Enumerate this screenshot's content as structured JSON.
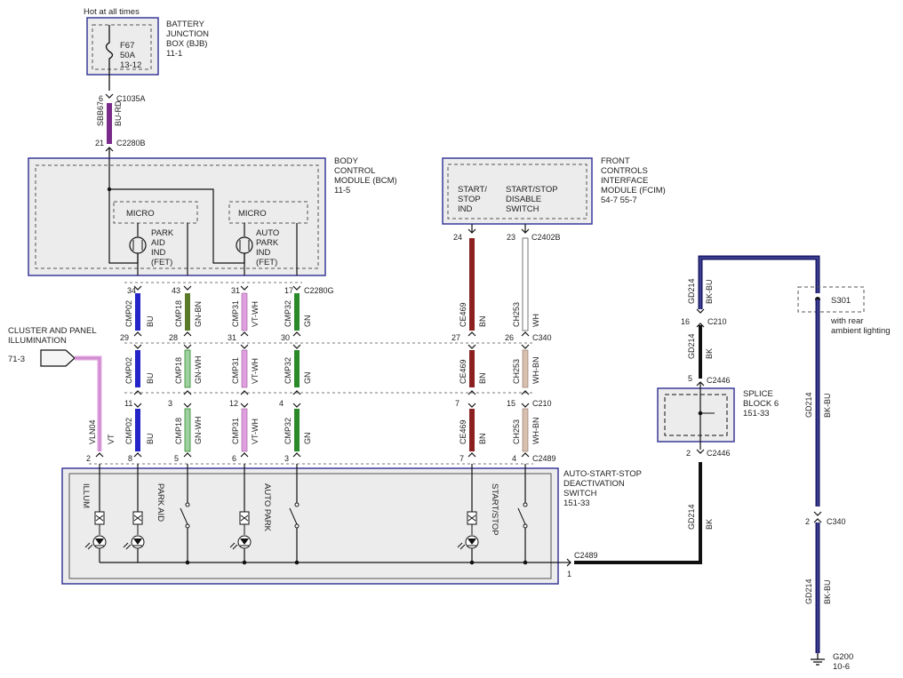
{
  "colors": {
    "box_border": "#3a3a9a",
    "box_fill": "#ececec",
    "wire_black": "#111111",
    "wire_blue": "#2424c8",
    "wire_green": "#2a8a2a",
    "wire_violet": "#d070d0",
    "wire_brown": "#8a2020",
    "wire_purple_red": "#7a2a8a"
  },
  "bjb": {
    "header": "Hot at all times",
    "name_lines": [
      "BATTERY",
      "JUNCTION",
      "BOX (BJB)"
    ],
    "ref": "11-1",
    "fuse_lines": [
      "F67",
      "50A",
      "13-12"
    ],
    "pin_top": "6",
    "conn_top": "C1035A",
    "circuit": "SBB67",
    "wire_color": "BU-RD",
    "pin_bottom": "21",
    "conn_bottom": "C2280B"
  },
  "bcm": {
    "name_lines": [
      "BODY",
      "CONTROL",
      "MODULE (BCM)"
    ],
    "ref": "11-5",
    "micro_label": "MICRO",
    "park_aid_lines": [
      "PARK",
      "AID",
      "IND",
      "(FET)"
    ],
    "auto_park_lines": [
      "AUTO",
      "PARK",
      "IND",
      "(FET)"
    ]
  },
  "fcim": {
    "name_lines": [
      "FRONT",
      "CONTROLS",
      "INTERFACE",
      "MODULE (FCIM)"
    ],
    "refs": "54-7   55-7",
    "left_lines": [
      "START/",
      "STOP",
      "IND"
    ],
    "right_lines": [
      "START/STOP",
      "DISABLE",
      "SWITCH"
    ],
    "pin_left": "24",
    "pin_right": "23",
    "connector": "C2402B"
  },
  "wires": {
    "row1": {
      "connector": "C2280G",
      "pins": [
        "34",
        "43",
        "31",
        "17"
      ],
      "circuits": [
        "CMP02",
        "CMP18",
        "CMP31",
        "CMP32"
      ],
      "colors": [
        "BU",
        "GN-BN",
        "VT-WH",
        "GN"
      ]
    },
    "row2": {
      "connector": "C340",
      "pins": [
        "29",
        "28",
        "31",
        "30",
        "27",
        "26"
      ],
      "circuits": [
        "CMP02",
        "CMP18",
        "CMP31",
        "CMP32",
        "CE469",
        "CH253"
      ],
      "colors": [
        "BU",
        "GN-WH",
        "VT-WH",
        "GN",
        "BN",
        "WH-BN"
      ]
    },
    "row3": {
      "connector": "C210",
      "pins": [
        "11",
        "3",
        "12",
        "4",
        "7",
        "15"
      ],
      "circuits": [
        "CMP02",
        "CMP18",
        "CMP31",
        "CMP32",
        "CE469",
        "CH253"
      ],
      "colors": [
        "BU",
        "GN-WH",
        "VT-WH",
        "GN",
        "BN",
        "WH-BN"
      ]
    },
    "row4": {
      "connector": "C2489",
      "pins": [
        "2",
        "8",
        "5",
        "6",
        "3",
        "7",
        "4"
      ]
    },
    "fcim_circuits": [
      "CE469",
      "CH253"
    ],
    "fcim_colors": [
      "BN",
      "WH"
    ]
  },
  "cluster": {
    "lines": [
      "CLUSTER AND PANEL",
      "ILLUMINATION"
    ],
    "ref": "71-3",
    "circuit": "VLN04",
    "color": "VT"
  },
  "switch": {
    "name_lines": [
      "AUTO-START-STOP",
      "DEACTIVATION",
      "SWITCH"
    ],
    "ref": "151-33",
    "labels": [
      "ILLUM",
      "PARK AID",
      "AUTO PARK",
      "START/STOP"
    ],
    "ground_conn": "C2489",
    "ground_pin": "1"
  },
  "ground_path": {
    "upper_circuit": "GD214",
    "upper_color": "BK-BU",
    "c210_pin": "16",
    "c210": "C210",
    "mid_circuit": "GD214",
    "mid_color": "BK",
    "c2446_pin_top": "5",
    "c2446_pin_bottom": "2",
    "c2446": "C2446",
    "splice_lines": [
      "SPLICE",
      "BLOCK 6"
    ],
    "splice_ref": "151-33",
    "lower_circuit": "GD214",
    "lower_color": "BK"
  },
  "right_ground": {
    "splice": "S301",
    "note_lines": [
      "with rear",
      "ambient lighting"
    ],
    "circuit": "GD214",
    "color": "BK-BU",
    "c340_pin": "2",
    "c340": "C340",
    "lower_circuit": "GD214",
    "lower_color": "BK-BU",
    "ground": "G200",
    "ground_ref": "10-6"
  }
}
